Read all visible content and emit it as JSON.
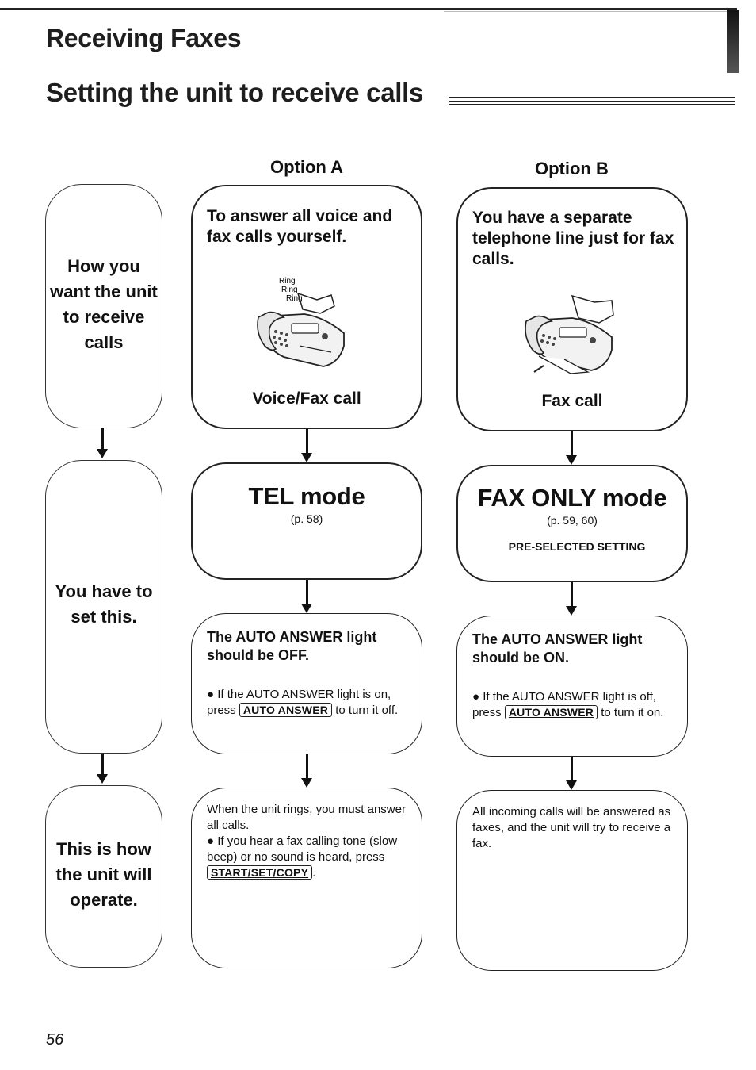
{
  "header": {
    "section_title": "Receiving Faxes",
    "page_heading": "Setting the unit to receive calls"
  },
  "options": {
    "a_label": "Option A",
    "b_label": "Option B"
  },
  "side": {
    "row1": "How you want the unit to receive calls",
    "row2": "You have to set this.",
    "row3": "This is how the unit will operate."
  },
  "option_a": {
    "question": "To answer all voice and fax calls yourself.",
    "ring_text": [
      "Ring",
      "Ring",
      "Ring"
    ],
    "caption": "Voice/Fax call",
    "mode": "TEL mode",
    "mode_ref": "(p. 58)",
    "light_title": "The AUTO ANSWER light should be OFF.",
    "light_note_pre": "If the AUTO ANSWER light is on, press",
    "light_key": "AUTO ANSWER",
    "light_note_post": "to turn it off.",
    "operation_intro": "When the unit rings, you must answer all calls.",
    "operation_bullet_pre": "If you hear a fax calling tone (slow beep) or no sound is heard, press",
    "operation_key": "START/SET/COPY",
    "operation_bullet_post": "."
  },
  "option_b": {
    "question": "You have a separate telephone line just for fax calls.",
    "caption": "Fax call",
    "mode": "FAX ONLY mode",
    "mode_ref": "(p. 59, 60)",
    "preset": "PRE-SELECTED SETTING",
    "light_title": "The AUTO ANSWER light should be ON.",
    "light_note_pre": "If the AUTO ANSWER light is off, press",
    "light_key": "AUTO ANSWER",
    "light_note_post": "to turn it on.",
    "operation_text": "All incoming calls will be answered as faxes, and the unit will try to receive a fax."
  },
  "footer": {
    "page_number": "56"
  }
}
